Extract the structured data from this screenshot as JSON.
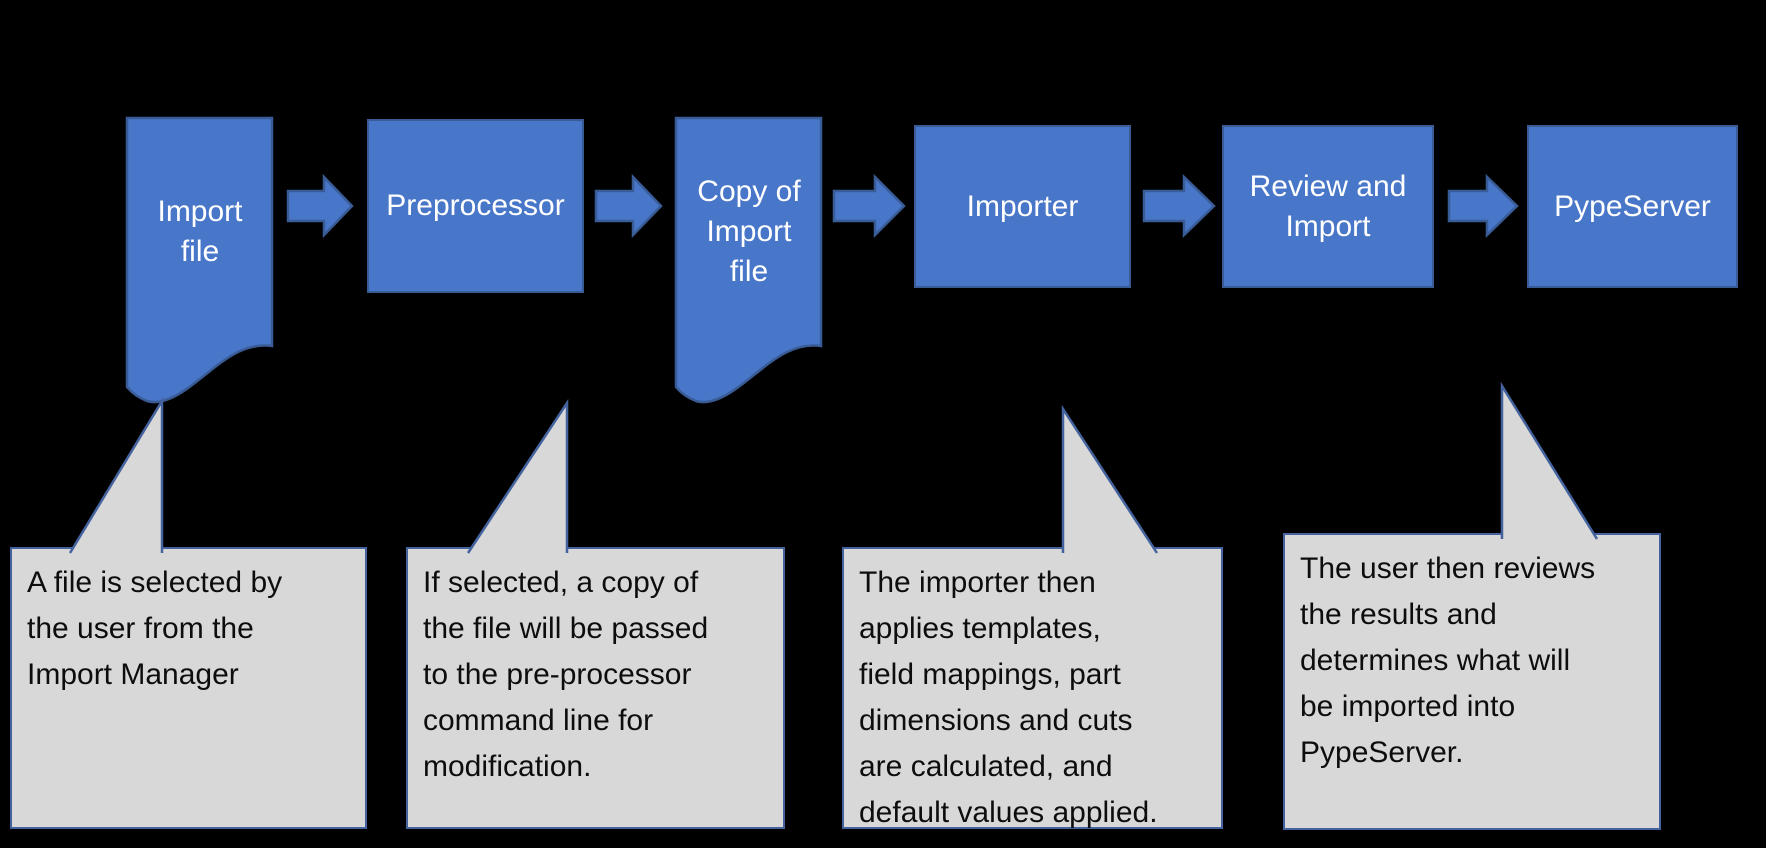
{
  "title": "PypeServer import process flow diagram",
  "colors": {
    "bg": "#000000",
    "node-fill": "#4876C8",
    "node-border": "#3A5C96",
    "node-text": "#FFFFFF",
    "callout-fill": "#D8D8D8",
    "callout-border": "#44639E",
    "callout-text": "#0D0D0D"
  },
  "flow": {
    "nodes": [
      {
        "id": "import-file",
        "shape": "document",
        "label": "Import\nfile"
      },
      {
        "id": "preprocessor",
        "shape": "rectangle",
        "label": "Preprocessor"
      },
      {
        "id": "copy-of-import-file",
        "shape": "document",
        "label": "Copy of\nImport\nfile"
      },
      {
        "id": "importer",
        "shape": "rectangle",
        "label": "Importer"
      },
      {
        "id": "review-and-import",
        "shape": "rectangle",
        "label": "Review and\nImport"
      },
      {
        "id": "pypeserver",
        "shape": "rectangle",
        "label": "PypeServer"
      }
    ],
    "connectors": [
      "arrow",
      "arrow",
      "arrow",
      "arrow",
      "arrow"
    ]
  },
  "callouts": [
    {
      "id": "callout-import-file",
      "text": "A file is selected by\nthe user from the\nImport Manager"
    },
    {
      "id": "callout-preprocessor",
      "text": "If selected, a copy of\nthe file will be passed\nto the pre-processor\ncommand line for\nmodification."
    },
    {
      "id": "callout-importer",
      "text": "The importer then\napplies templates,\nfield mappings, part\ndimensions and cuts\nare calculated, and\ndefault values applied."
    },
    {
      "id": "callout-review",
      "text": "The user then reviews\nthe results and\ndetermines what will\nbe imported into\nPypeServer."
    }
  ]
}
